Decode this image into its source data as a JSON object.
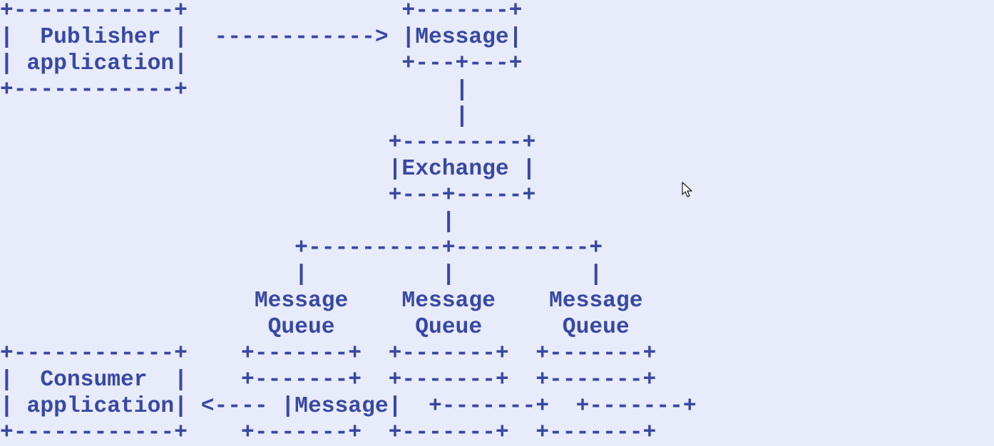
{
  "diagram": {
    "lines": [
      "+------------+                +-------+",
      "|  Publisher |  ------------> |Message|",
      "| application|                +---+---+",
      "+------------+                    |",
      "                                  |",
      "                             +---------+",
      "                             |Exchange |",
      "                             +---+-----+",
      "                                 |",
      "                      +----------+----------+",
      "                      |          |          |",
      "                   Message    Message    Message",
      "                    Queue      Queue      Queue",
      "+------------+    +-------+  +-------+  +-------+",
      "|  Consumer  |    +-------+  +-------+  +-------+",
      "| application| <---- |Message|  +-------+  +-------+",
      "+------------+    +-------+  +-------+  +-------+"
    ]
  },
  "colors": {
    "background": "#e8ebfa",
    "text": "#3848a3"
  },
  "icons": {
    "cursor": "mouse-pointer-icon"
  }
}
